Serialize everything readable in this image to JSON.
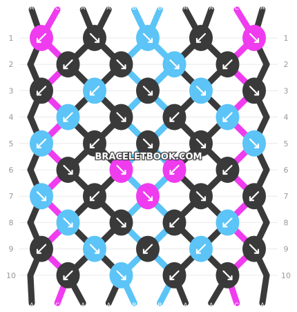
{
  "colors": {
    "A": "#3a3a3a",
    "B": "#5cc4f6",
    "C": "#ef3cef",
    "line": "#e8e8e8",
    "text": "#999999"
  },
  "watermark": "BRACELETBOOK.COM",
  "top_labels": [
    "A",
    "C",
    "A",
    "A",
    "B",
    "B",
    "A",
    "A",
    "C",
    "A"
  ],
  "bottom_labels": [
    "A",
    "C",
    "A",
    "A",
    "B",
    "B",
    "A",
    "A",
    "C",
    "A"
  ],
  "row_labels": [
    "1",
    "2",
    "3",
    "4",
    "5",
    "6",
    "7",
    "8",
    "9",
    "10"
  ],
  "knots": [
    [
      {
        "c": "C",
        "d": "L"
      },
      {
        "c": "A",
        "d": "R"
      },
      {
        "c": "B",
        "d": "R"
      },
      {
        "c": "A",
        "d": "L"
      },
      {
        "c": "C",
        "d": "R"
      }
    ],
    [
      {
        "c": "A",
        "d": "L"
      },
      {
        "c": "A",
        "d": "R"
      },
      {
        "c": "B",
        "d": "R"
      },
      {
        "c": "A",
        "d": "L"
      }
    ],
    [
      {
        "c": "A",
        "d": "L"
      },
      {
        "c": "B",
        "d": "L"
      },
      {
        "c": "A",
        "d": "R"
      },
      {
        "c": "B",
        "d": "R"
      },
      {
        "c": "A",
        "d": "R"
      }
    ],
    [
      {
        "c": "B",
        "d": "L"
      },
      {
        "c": "A",
        "d": "R"
      },
      {
        "c": "A",
        "d": "L"
      },
      {
        "c": "B",
        "d": "L"
      }
    ],
    [
      {
        "c": "B",
        "d": "L"
      },
      {
        "c": "A",
        "d": "L"
      },
      {
        "c": "A",
        "d": "R"
      },
      {
        "c": "A",
        "d": "R"
      },
      {
        "c": "B",
        "d": "R"
      }
    ],
    [
      {
        "c": "A",
        "d": "R"
      },
      {
        "c": "C",
        "d": "R"
      },
      {
        "c": "C",
        "d": "L"
      },
      {
        "c": "A",
        "d": "L"
      }
    ],
    [
      {
        "c": "B",
        "d": "R"
      },
      {
        "c": "A",
        "d": "L"
      },
      {
        "c": "C",
        "d": "R"
      },
      {
        "c": "A",
        "d": "R"
      },
      {
        "c": "A",
        "d": "L"
      }
    ],
    [
      {
        "c": "B",
        "d": "R"
      },
      {
        "c": "A",
        "d": "R"
      },
      {
        "c": "A",
        "d": "L"
      },
      {
        "c": "B",
        "d": "L"
      }
    ],
    [
      {
        "c": "A",
        "d": "L"
      },
      {
        "c": "B",
        "d": "R"
      },
      {
        "c": "A",
        "d": "L"
      },
      {
        "c": "B",
        "d": "L"
      },
      {
        "c": "A",
        "d": "R"
      }
    ],
    [
      {
        "c": "A",
        "d": "L"
      },
      {
        "c": "B",
        "d": "R"
      },
      {
        "c": "A",
        "d": "L"
      },
      {
        "c": "A",
        "d": "R"
      }
    ]
  ]
}
